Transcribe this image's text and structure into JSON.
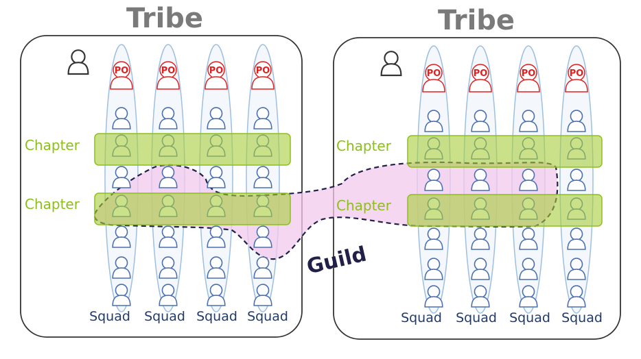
{
  "tribes": [
    {
      "title": "Tribe",
      "chapters": [
        "Chapter",
        "Chapter"
      ],
      "squads": [
        {
          "po": "PO",
          "label": "Squad"
        },
        {
          "po": "PO",
          "label": "Squad"
        },
        {
          "po": "PO",
          "label": "Squad"
        },
        {
          "po": "PO",
          "label": "Squad"
        }
      ]
    },
    {
      "title": "Tribe",
      "chapters": [
        "Chapter",
        "Chapter"
      ],
      "squads": [
        {
          "po": "PO",
          "label": "Squad"
        },
        {
          "po": "PO",
          "label": "Squad"
        },
        {
          "po": "PO",
          "label": "Squad"
        },
        {
          "po": "PO",
          "label": "Squad"
        }
      ]
    }
  ],
  "guild": {
    "label": "Guild"
  },
  "colors": {
    "tribe_border": "#333333",
    "squad_stroke": "#9dbfe0",
    "person_stroke": "#4a6fb0",
    "po_stroke": "#e02020",
    "chapter_fill": "#a9cd3a",
    "chapter_text": "#8cbf1a",
    "guild_fill": "#f3c9ec",
    "guild_stroke": "#202048",
    "title_text": "#7a7a7a",
    "squad_text": "#1f3a6b"
  }
}
